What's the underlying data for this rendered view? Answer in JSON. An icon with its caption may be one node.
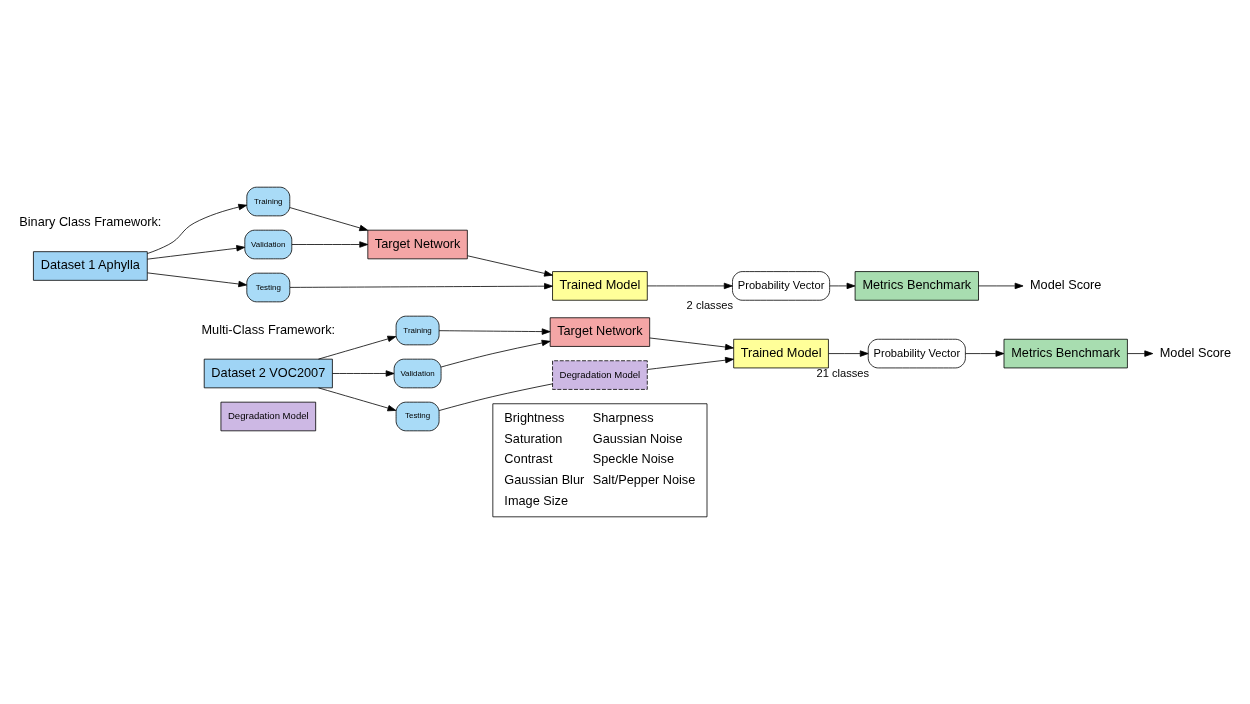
{
  "diagram": {
    "nodes": [
      {
        "text": [
          "Dataset 1 Aphylla"
        ]
      },
      {
        "text": [
          "Training"
        ]
      },
      {
        "text": [
          "Validation"
        ]
      },
      {
        "text": [
          "Testing"
        ]
      },
      {
        "text": [
          "Target Network"
        ]
      },
      {
        "text": [
          "Trained Model"
        ]
      },
      {
        "text": [
          "Probability Vector"
        ],
        "beside": [
          "2 classes"
        ]
      },
      {
        "text": [
          "Metrics Benchmark"
        ]
      },
      {
        "text": [
          "Model Score"
        ]
      },
      {
        "text": [
          "Dataset 2 VOC2007"
        ]
      },
      {
        "text": [
          "Training"
        ]
      },
      {
        "text": [
          "Validation"
        ]
      },
      {
        "text": [
          "Testing"
        ]
      },
      {
        "text": [
          "Degradation Model"
        ]
      },
      {
        "text": [
          "Target Network"
        ]
      },
      {
        "text": [
          "Trained Model"
        ]
      },
      {
        "text": [
          "Probability Vector"
        ],
        "beside": [
          "21 classes"
        ]
      },
      {
        "text": [
          "Metrics Benchmark"
        ]
      },
      {
        "text": [
          "Model Score"
        ]
      },
      {
        "text": [
          "Degradation Model"
        ]
      },
      {
        "text": [
          "Brightness",
          "Saturation",
          "Contrast",
          "Gaussian Blur",
          "Image Size",
          "Sharpness",
          "Gaussian Noise",
          "Speckle Noise",
          "Salt/Pepper Noise"
        ]
      }
    ],
    "edges": [
      {
        "from": 0,
        "to": 1,
        "arrow": "to"
      },
      {
        "from": 0,
        "to": 2,
        "arrow": "to"
      },
      {
        "from": 0,
        "to": 3,
        "arrow": "to"
      },
      {
        "from": 1,
        "to": 4,
        "arrow": "to"
      },
      {
        "from": 2,
        "to": 4,
        "arrow": "to"
      },
      {
        "from": 3,
        "to": 5,
        "arrow": "to"
      },
      {
        "from": 4,
        "to": 5,
        "arrow": "to"
      },
      {
        "from": 5,
        "to": 6,
        "arrow": "to"
      },
      {
        "from": 6,
        "to": 7,
        "arrow": "to"
      },
      {
        "from": 7,
        "to": 8,
        "arrow": "to"
      },
      {
        "from": 9,
        "to": 10,
        "arrow": "to"
      },
      {
        "from": 9,
        "to": 11,
        "arrow": "to"
      },
      {
        "from": 9,
        "to": 12,
        "arrow": "to"
      },
      {
        "from": 10,
        "to": 14,
        "arrow": "to"
      },
      {
        "from": 11,
        "to": 14,
        "arrow": "to"
      },
      {
        "from": 12,
        "to": 13,
        "arrow": "none"
      },
      {
        "from": 13,
        "to": 15,
        "arrow": "to"
      },
      {
        "from": 14,
        "to": 15,
        "arrow": "to"
      },
      {
        "from": 15,
        "to": 16,
        "arrow": "to"
      },
      {
        "from": 16,
        "to": 17,
        "arrow": "to"
      },
      {
        "from": 17,
        "to": 18,
        "arrow": "to"
      }
    ],
    "labels": [
      "Binary Class Framework:",
      "Multi-Class Framework:"
    ]
  }
}
